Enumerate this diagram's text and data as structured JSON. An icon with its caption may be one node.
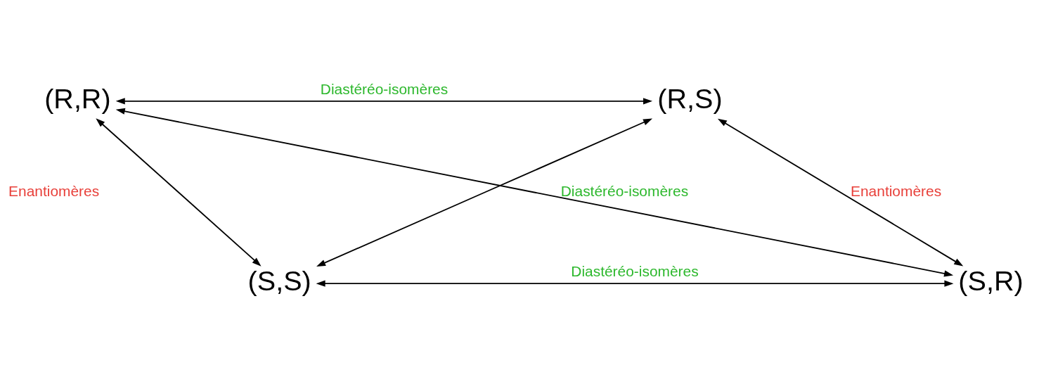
{
  "diagram": {
    "nodes": [
      {
        "text": [
          "(R,R)"
        ]
      },
      {
        "text": [
          "(R,S)"
        ]
      },
      {
        "text": [
          "(S,S)"
        ]
      },
      {
        "text": [
          "(S,R)"
        ]
      }
    ],
    "edges": [
      {
        "from": 0,
        "to": 1,
        "arrow": "both",
        "label": "Diastéréo-isomères"
      },
      {
        "from": 0,
        "to": 2,
        "arrow": "both",
        "label": "Enantiomères"
      },
      {
        "from": 1,
        "to": 3,
        "arrow": "both",
        "label": "Enantiomères"
      },
      {
        "from": 2,
        "to": 3,
        "arrow": "both",
        "label": "Diastéréo-isomères"
      },
      {
        "from": 0,
        "to": 3,
        "arrow": "both",
        "label": "Diastéréo-isomères"
      },
      {
        "from": 1,
        "to": 2,
        "arrow": "both"
      }
    ]
  }
}
